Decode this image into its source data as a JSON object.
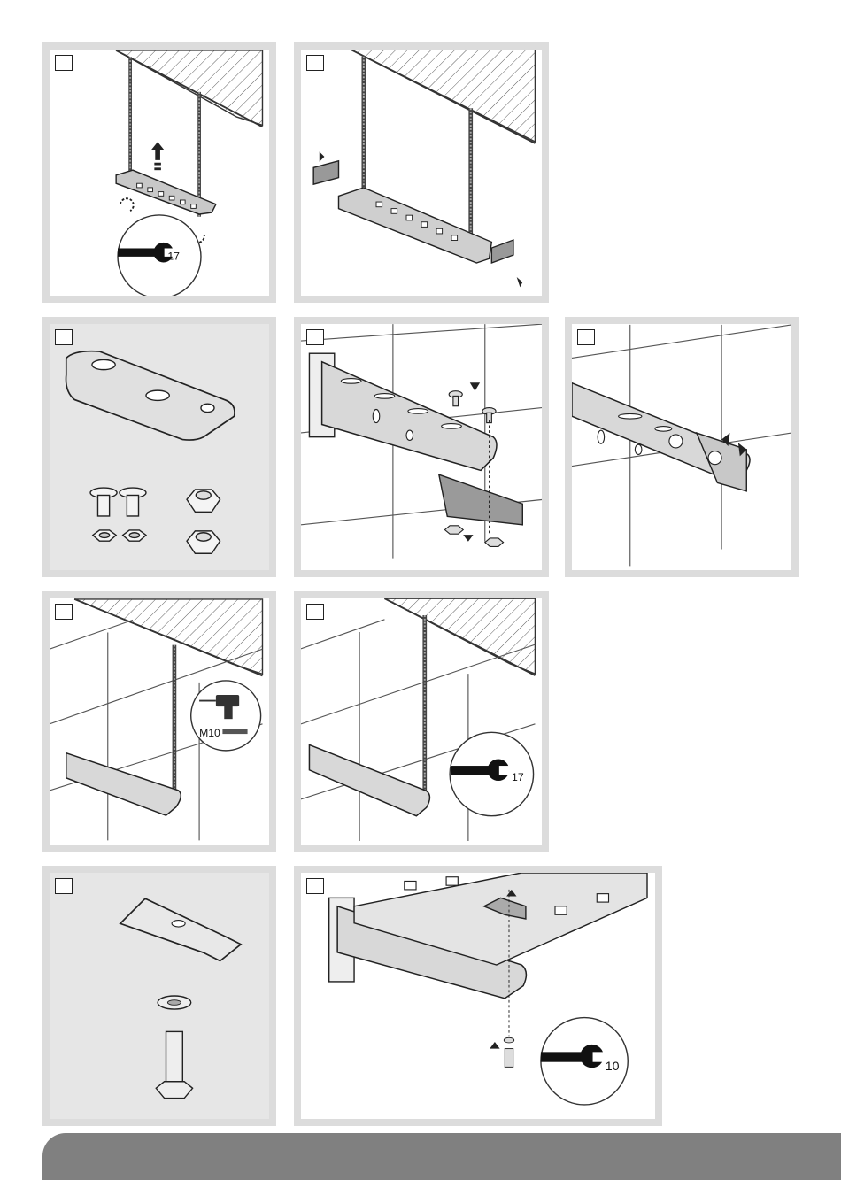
{
  "wrench_sizes": {
    "p1": "17",
    "p7": "17",
    "p9": "10"
  },
  "rod_size_label": "M10",
  "colors": {
    "panel_border": "#dcdcdc",
    "panel_grey": "#e6e6e6",
    "footer": "#808080",
    "metal": "#c8c8c8"
  },
  "icons": [
    "wrench-icon",
    "drill-icon",
    "wall-plug-icon",
    "rotate-arrow-icon",
    "push-arrow-icon"
  ]
}
